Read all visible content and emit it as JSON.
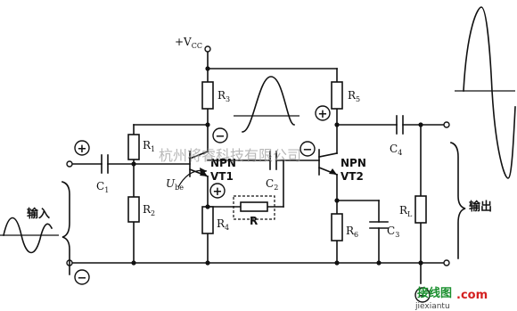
{
  "supply": {
    "label": "+V",
    "sub": "CC"
  },
  "resistors": {
    "r1": "R",
    "r1_sub": "1",
    "r2": "R",
    "r2_sub": "2",
    "r3": "R",
    "r3_sub": "3",
    "r4": "R",
    "r4_sub": "4",
    "r5": "R",
    "r5_sub": "5",
    "r6": "R",
    "r6_sub": "6",
    "rl": "R",
    "rl_sub": "L",
    "rf": "R"
  },
  "capacitors": {
    "c1": "C",
    "c1_sub": "1",
    "c2": "C",
    "c2_sub": "2",
    "c3": "C",
    "c3_sub": "3",
    "c4": "C",
    "c4_sub": "4"
  },
  "transistors": {
    "vt1_type": "NPN",
    "vt1_name": "VT1",
    "vt2_type": "NPN",
    "vt2_name": "VT2"
  },
  "voltage": {
    "label": "U",
    "sub": "be"
  },
  "io": {
    "input_label": "输入",
    "output_label": "输出"
  },
  "polarity": {
    "plus": "+",
    "minus": "−"
  },
  "watermark": {
    "text": "杭州将睿科技有限公司"
  },
  "brand": {
    "logo_text": "接线图",
    "url": "jiexiantu",
    "tld": ".com"
  },
  "colors": {
    "wire": "#111111",
    "watermark": "#9a9a9a",
    "brand_green": "#1a8f2e",
    "brand_red": "#d42020"
  }
}
